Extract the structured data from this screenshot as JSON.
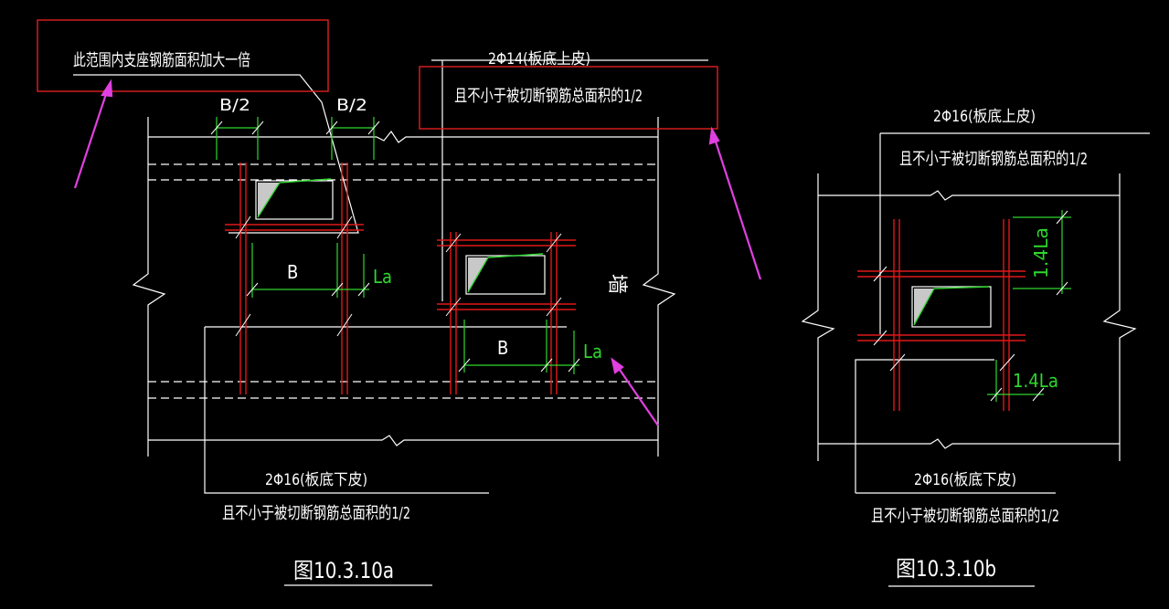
{
  "annotations": {
    "double_area_note": "此范围内支座钢筋面积加大一倍",
    "top_bars_a": "2Φ14(板底上皮)",
    "top_bars_a_note": "且不小于被切断钢筋总面积的1/2",
    "bottom_bars_a": "2Φ16(板底下皮)",
    "bottom_bars_a_note": "且不小于被切断钢筋总面积的1/2",
    "top_bars_b": "2Φ16(板底上皮)",
    "top_bars_b_note": "且不小于被切断钢筋总面积的1/2",
    "bottom_bars_b": "2Φ16(板底下皮)",
    "bottom_bars_b_note": "且不小于被切断钢筋总面积的1/2",
    "wall_label": "墙"
  },
  "dimensions": {
    "half_b": "B/2",
    "b": "B",
    "la": "La",
    "la14": "1.4La"
  },
  "captions": {
    "fig_a": "图10.3.10a",
    "fig_b": "图10.3.10b"
  },
  "colors": {
    "background": "#000000",
    "outline": "#ffffff",
    "rebar": "#e01818",
    "dimension": "#2fd62f",
    "callout_box": "#e02020",
    "arrow": "#e040e0"
  }
}
